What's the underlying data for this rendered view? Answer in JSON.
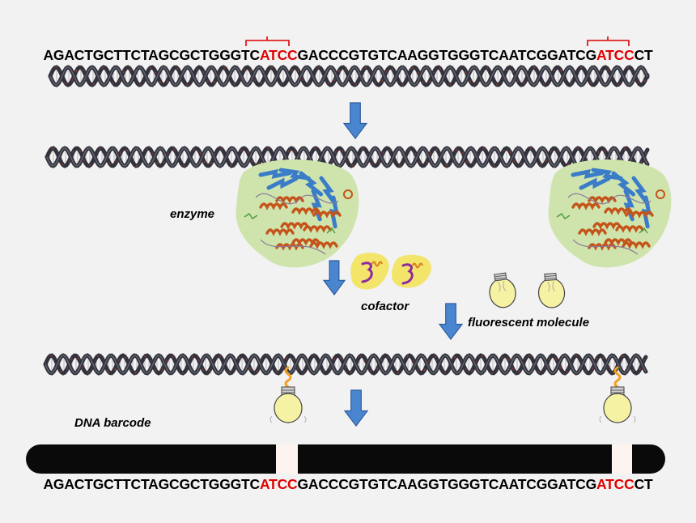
{
  "sequence": {
    "top": [
      "AGACTGCTTCTAGCGCTGGGTC",
      "ATCC",
      "GACCCGTGTCAAGGTGGGTCAATCGGATCG",
      "ATCC",
      "CT"
    ],
    "bottom": [
      "AGACTGCTTCTAGCGCTGGGTC",
      "ATCC",
      "GACCCGTGTCAAGGTGGGTCAATCGGATCG",
      "ATCC",
      "CT"
    ]
  },
  "labels": {
    "enzyme": "enzyme",
    "cofactor": "cofactor",
    "fluorescent": "fluorescent molecule",
    "barcode": "DNA barcode"
  },
  "colors": {
    "background": "#f2f2f2",
    "highlight": "#e00000",
    "strand": "#33333d",
    "strand_accent": "#c0392b",
    "arrow": "#4a86d0",
    "enzyme_blob": "#cfe4ad",
    "cofactor_blob": "#f3e46a",
    "cofactor_glyph": "#8e2aa0",
    "bulb": "#f6f2a4",
    "barcode": "#0a0a0a",
    "barcode_mark": "#fdf3ef"
  },
  "icons": [
    "down-arrow-icon",
    "enzyme-protein-icon",
    "cofactor-icon",
    "light-bulb-icon"
  ]
}
